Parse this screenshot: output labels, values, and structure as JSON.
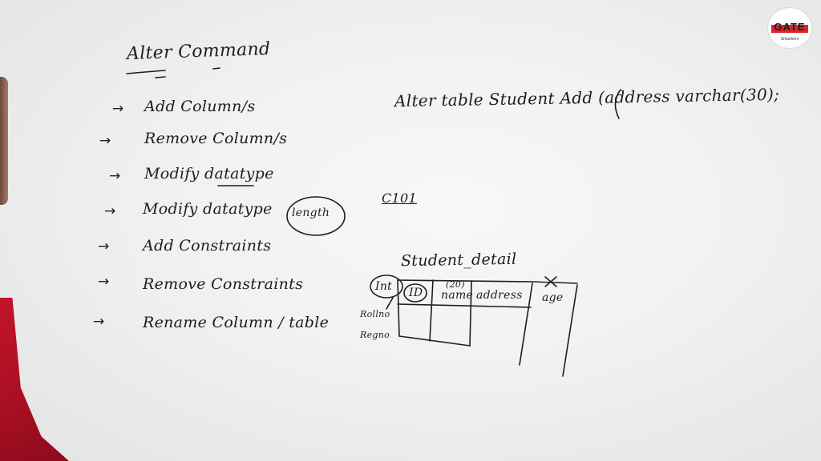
{
  "title": "Alter Command",
  "items": [
    {
      "arrow": "→",
      "text": "Add Column/s"
    },
    {
      "arrow": "→",
      "text": "Remove Column/s"
    },
    {
      "arrow": "→",
      "text": "Modify datatype"
    },
    {
      "arrow": "→",
      "text": "Modify datatype",
      "circled": "length"
    },
    {
      "arrow": "→",
      "text": "Add Constraints"
    },
    {
      "arrow": "→",
      "text": "Remove Constraints"
    },
    {
      "arrow": "→",
      "text": "Rename Column / table"
    }
  ],
  "sql": "Alter table Student Add (address varchar(30);",
  "c101": "C101",
  "table": {
    "name": "Student_detail",
    "type_annotation": "Int",
    "columns": [
      "ID",
      "name",
      "address",
      "age"
    ],
    "name_length": "(20)",
    "row_labels": [
      "Rollno",
      "Regno"
    ],
    "struck_column": "age"
  },
  "logo": {
    "text": "GATE",
    "sub": "Smashers"
  }
}
